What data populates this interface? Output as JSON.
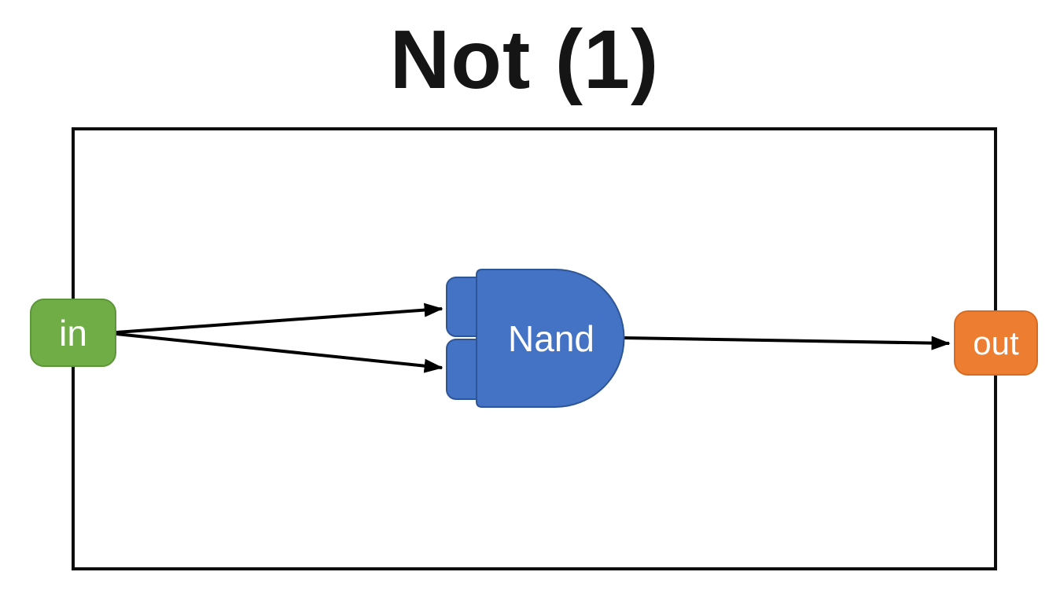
{
  "title": "Not (1)",
  "pins": {
    "input": "in",
    "output": "out"
  },
  "gate": {
    "label": "Nand"
  },
  "colors": {
    "input_fill": "#70AD47",
    "input_stroke": "#5D9639",
    "gate_fill": "#4472C4",
    "gate_stroke": "#2E5696",
    "output_fill": "#ED7D31",
    "output_stroke": "#D96B20",
    "wire": "#000000"
  }
}
